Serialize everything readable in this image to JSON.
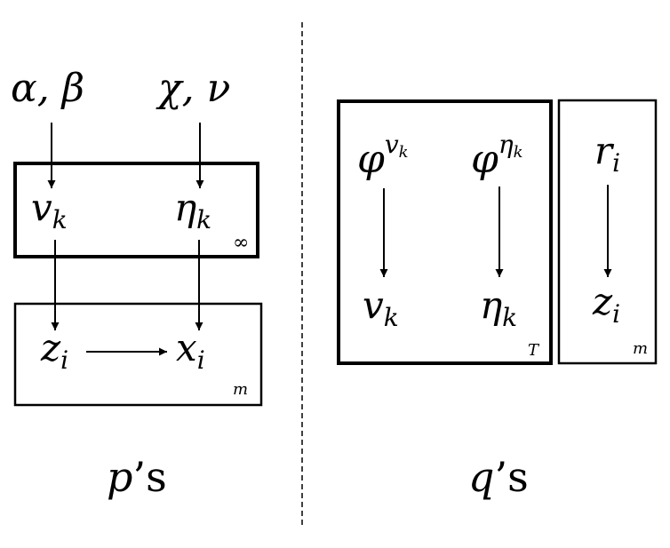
{
  "left": {
    "top_nodes": [
      {
        "base": "α, β"
      },
      {
        "base": "χ, ν"
      }
    ],
    "plate_infinity": {
      "nodes": [
        {
          "base": "v",
          "sub": "k"
        },
        {
          "base": "η",
          "sub": "k"
        }
      ],
      "label": "∞"
    },
    "plate_m": {
      "nodes": [
        {
          "base": "z",
          "sub": "i"
        },
        {
          "base": "x",
          "sub": "i"
        }
      ],
      "label": "m"
    },
    "caption": {
      "sym": "p",
      "suffix": "’s"
    }
  },
  "right": {
    "plate_T": {
      "params": [
        {
          "base": "φ",
          "sup": "v",
          "supsub": "k"
        },
        {
          "base": "φ",
          "sup": "η",
          "supsub": "k"
        }
      ],
      "nodes": [
        {
          "base": "v",
          "sub": "k"
        },
        {
          "base": "η",
          "sub": "k"
        }
      ],
      "label": "T"
    },
    "plate_m": {
      "param": {
        "base": "r",
        "sub": "i"
      },
      "node": {
        "base": "z",
        "sub": "i"
      },
      "label": "m"
    },
    "caption": {
      "sym": "q",
      "suffix": "’s"
    }
  },
  "colors": {
    "ink": "#000000",
    "background": "#ffffff"
  }
}
